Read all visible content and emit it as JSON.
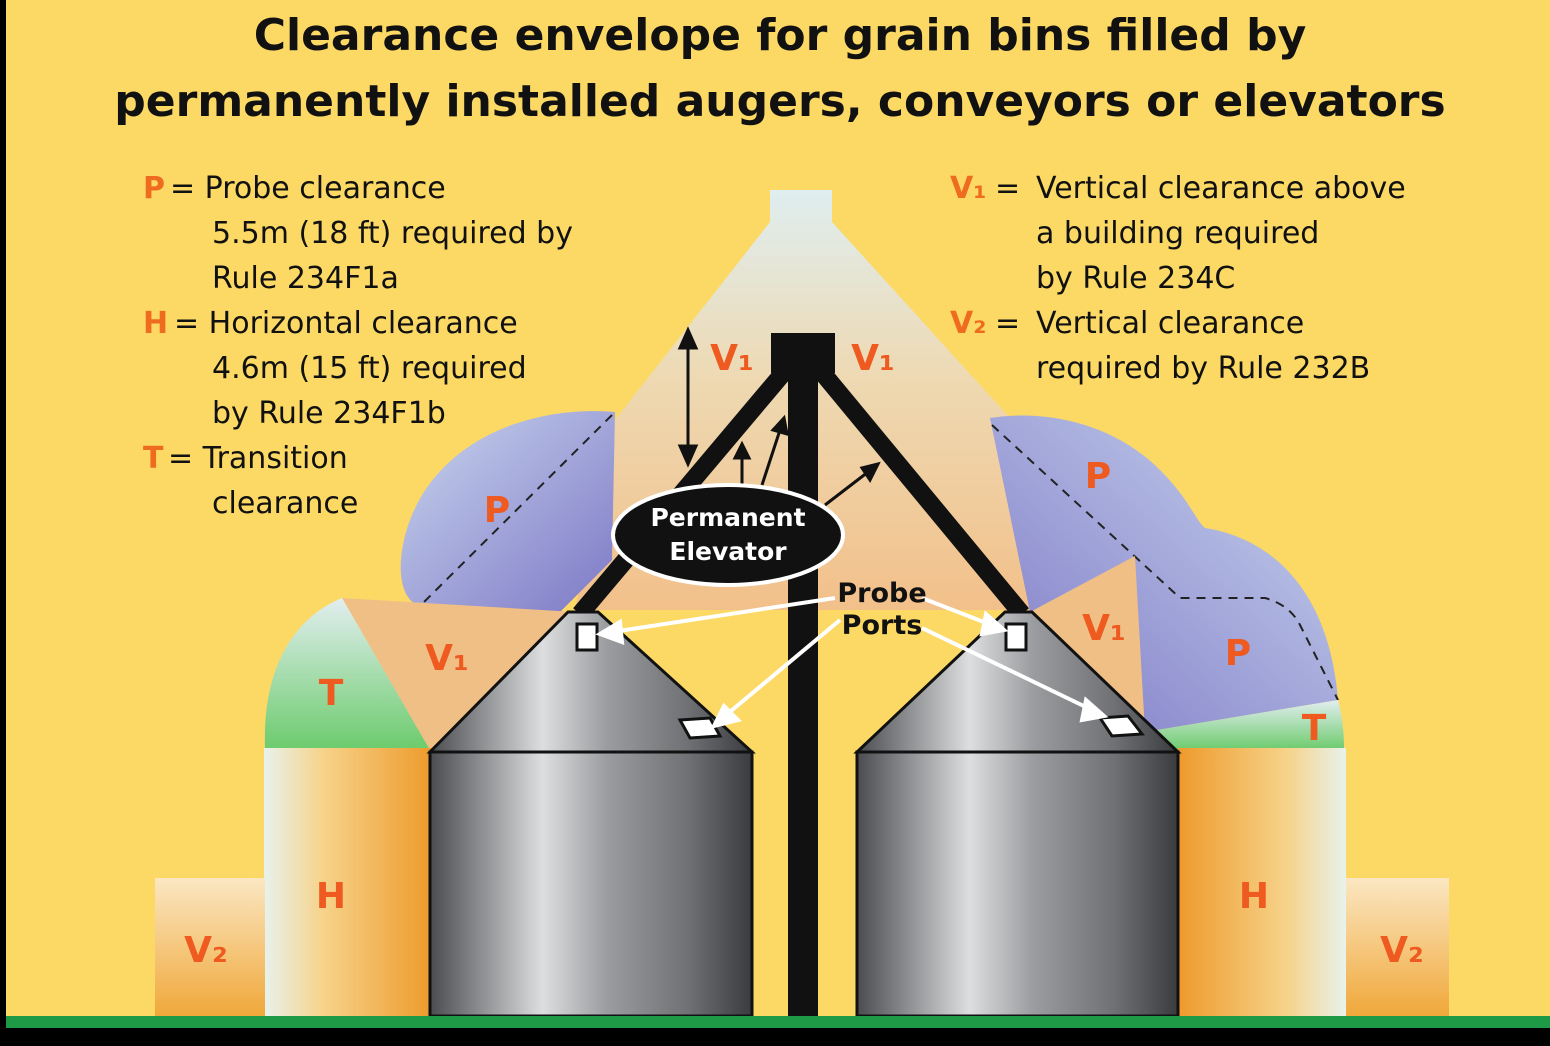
{
  "title": {
    "line1": "Clearance envelope for grain bins filled by",
    "line2": "permanently installed augers, conveyors or elevators"
  },
  "legend_left": {
    "p_key": "P",
    "p_line1": "= Probe clearance",
    "p_line2": "5.5m (18 ft) required by",
    "p_line3": "Rule 234F1a",
    "h_key": "H",
    "h_line1": "= Horizontal clearance",
    "h_line2": "4.6m (15 ft) required",
    "h_line3": "by Rule 234F1b",
    "t_key": "T",
    "t_line1": "=  Transition",
    "t_line2": "clearance"
  },
  "legend_right": {
    "v1_key": "V₁",
    "v1_eq": "=",
    "v1_line1": "Vertical clearance above",
    "v1_line2": "a building required",
    "v1_line3": "by Rule 234C",
    "v2_key": "V₂",
    "v2_eq": "=",
    "v2_line1": "Vertical clearance",
    "v2_line2": "required by Rule 232B"
  },
  "zones": {
    "v1": "V₁",
    "v2": "V₂",
    "p": "P",
    "h": "H",
    "t": "T"
  },
  "elevator": {
    "line1": "Permanent",
    "line2": "Elevator"
  },
  "probe_ports": {
    "line1": "Probe",
    "line2": "Ports"
  },
  "colors": {
    "background": "#fbd964",
    "v1_zone": "#f2c48a",
    "probe_zone": "#8a86cc",
    "transition_zone": "#7fcf78",
    "horizontal_zone": "#f0a83a",
    "label_orange": "#ee5a1f",
    "ground": "#1e9a46"
  }
}
